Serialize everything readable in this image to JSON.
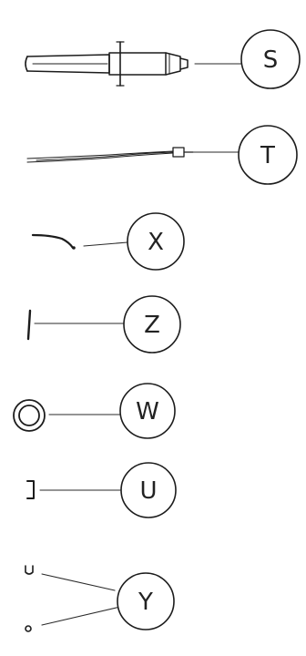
{
  "parts": [
    {
      "id": "S",
      "label": "S",
      "part": "syringe"
    },
    {
      "id": "T",
      "label": "T",
      "part": "tube-assembly"
    },
    {
      "id": "X",
      "label": "X",
      "part": "curved-wire"
    },
    {
      "id": "Z",
      "label": "Z",
      "part": "straight-rod"
    },
    {
      "id": "W",
      "label": "W",
      "part": "ring"
    },
    {
      "id": "U",
      "label": "U",
      "part": "bracket"
    },
    {
      "id": "Y",
      "label": "Y",
      "part": "small-pieces"
    }
  ],
  "colors": {
    "ink": "#1c1c1c",
    "background": "#ffffff"
  }
}
